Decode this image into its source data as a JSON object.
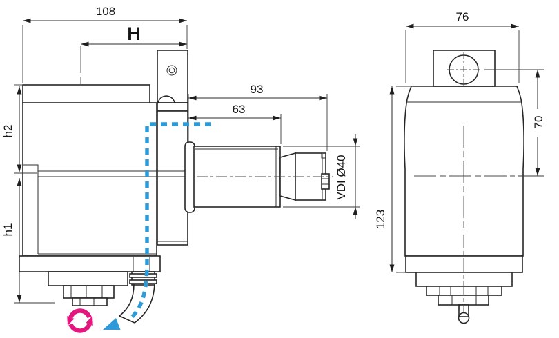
{
  "drawing": {
    "title_hint": "VDI driven tool holder technical drawing, front and side views",
    "front_view": {
      "dims": {
        "total_width": "108",
        "h_offset": "H",
        "shaft_total": "93",
        "shaft_shank": "63",
        "vdi_shank": "VDI Ø40",
        "upper_height": "h2",
        "lower_height": "h1"
      }
    },
    "side_view": {
      "dims": {
        "body_width": "76",
        "center_offset": "70",
        "body_height": "123"
      }
    },
    "icons": {
      "rotation": "rotation-direction-icon",
      "coolant": "coolant-flow-arrow-icon"
    },
    "colors": {
      "line": "#262626",
      "coolant_blue": "#2E9BD8",
      "rotation_pink": "#E3187E"
    }
  }
}
